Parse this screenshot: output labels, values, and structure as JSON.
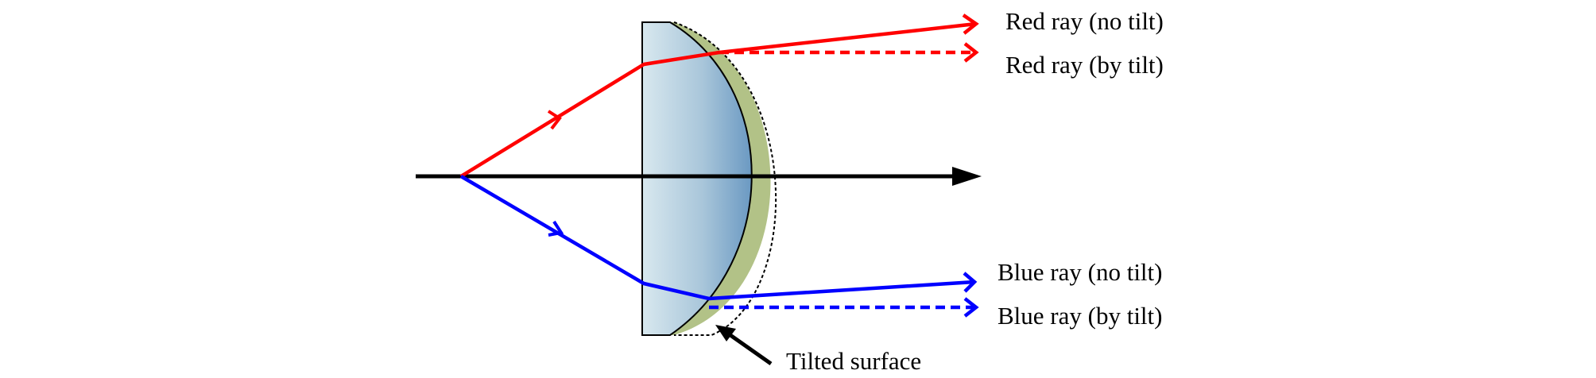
{
  "labels": {
    "red_no_tilt": "Red ray (no tilt)",
    "red_by_tilt": "Red ray (by tilt)",
    "blue_no_tilt": "Blue ray (no tilt)",
    "blue_by_tilt": "Blue ray (by tilt)",
    "tilted_surface": "Tilted surface"
  },
  "colors": {
    "red_ray": "#ff0000",
    "blue_ray": "#0000ff",
    "optical_axis": "#000000",
    "lens_light": "#d6e7ef",
    "lens_dark": "#6c9bc3",
    "tilted_region": "#b4c48a"
  }
}
